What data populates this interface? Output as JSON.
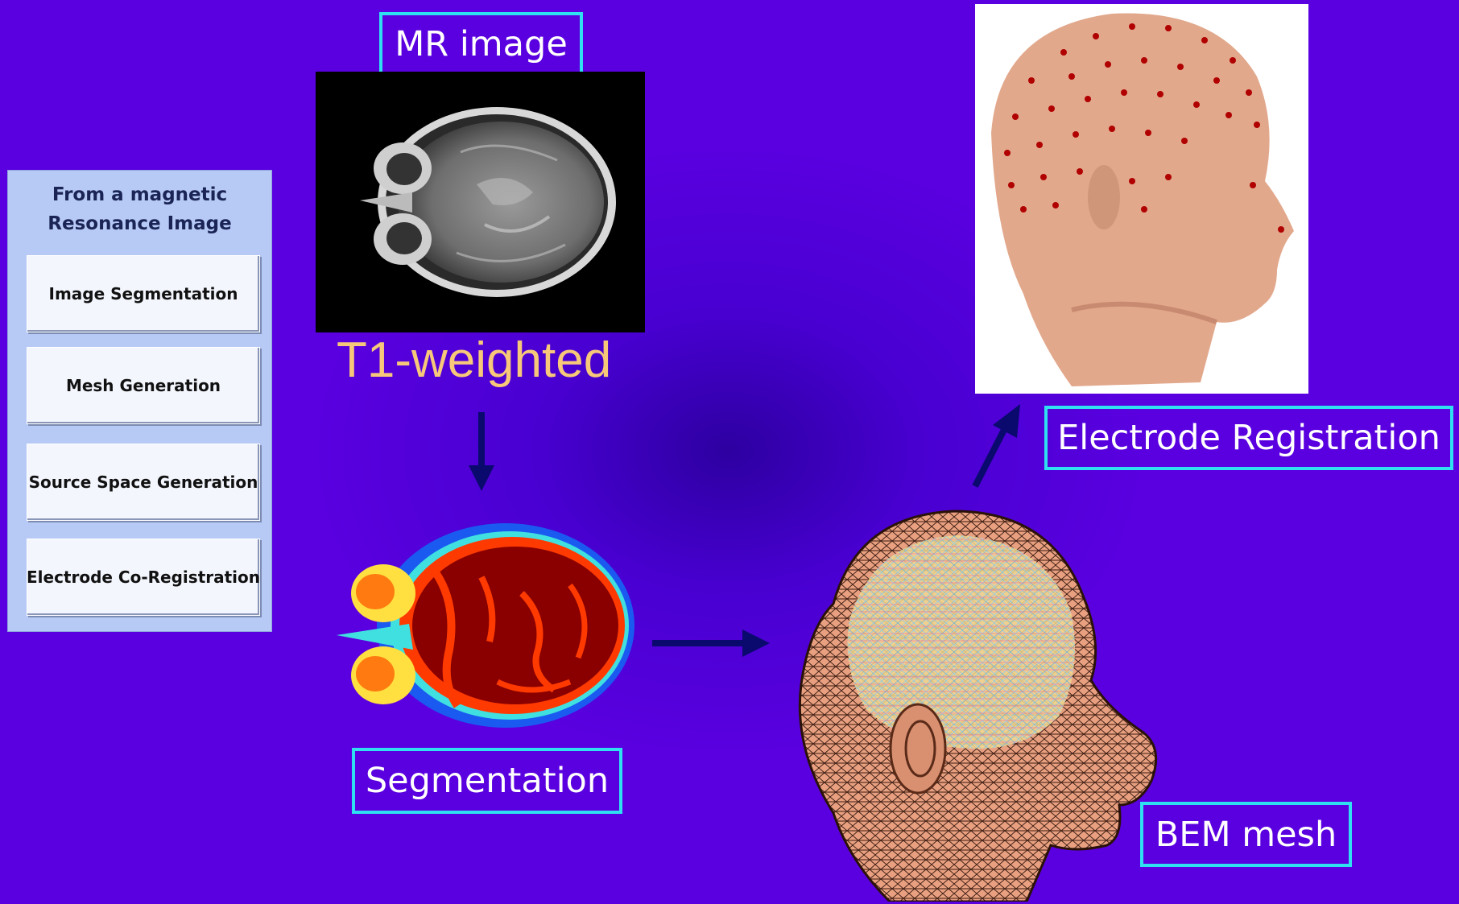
{
  "panel": {
    "title_line1": "From a magnetic",
    "title_line2": "Resonance Image",
    "buttons": [
      {
        "label": "Image Segmentation"
      },
      {
        "label": "Mesh Generation"
      },
      {
        "label": "Source Space Generation"
      },
      {
        "label": "Electrode Co-Registration"
      }
    ]
  },
  "labels": {
    "mr_image": "MR image",
    "t1": "T1-weighted",
    "segmentation": "Segmentation",
    "bem_mesh": "BEM mesh",
    "electrode_registration": "Electrode Registration"
  },
  "colors": {
    "background": "#5a00e0",
    "caption_border": "#2ee0f0",
    "t1_text": "#f7c87a",
    "arrow": "#0a0a6e",
    "panel_bg": "#b7caf6"
  }
}
